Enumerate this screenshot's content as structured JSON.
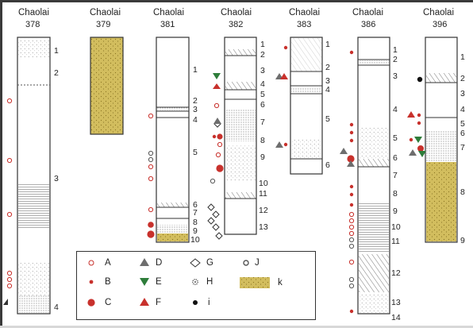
{
  "sections": [
    {
      "name": "Chaolai",
      "number": "378",
      "layers": [
        "1",
        "2",
        "3",
        "4"
      ]
    },
    {
      "name": "Chaolai",
      "number": "379",
      "layers": []
    },
    {
      "name": "Chaolai",
      "number": "381",
      "layers": [
        "1",
        "2",
        "3",
        "4",
        "5",
        "6",
        "7",
        "8",
        "9",
        "10"
      ]
    },
    {
      "name": "Chaolai",
      "number": "382",
      "layers": [
        "1",
        "2",
        "3",
        "4",
        "5",
        "6",
        "7",
        "8",
        "9",
        "10",
        "11",
        "12",
        "13"
      ]
    },
    {
      "name": "Chaolai",
      "number": "383",
      "layers": [
        "1",
        "2",
        "3",
        "4",
        "5",
        "6"
      ]
    },
    {
      "name": "Chaolai",
      "number": "386",
      "layers": [
        "1",
        "2",
        "3",
        "4",
        "5",
        "6",
        "7",
        "8",
        "9",
        "10",
        "11",
        "12",
        "13",
        "14"
      ]
    },
    {
      "name": "Chaolai",
      "number": "396",
      "layers": [
        "1",
        "2",
        "3",
        "4",
        "5",
        "6",
        "7",
        "8",
        "9"
      ]
    }
  ],
  "legend": [
    {
      "symbol": "open-red-circle",
      "label": "A"
    },
    {
      "symbol": "small-red-dot",
      "label": "B"
    },
    {
      "symbol": "large-red-dot",
      "label": "C"
    },
    {
      "symbol": "grey-triangle-up",
      "label": "D"
    },
    {
      "symbol": "green-triangle-down",
      "label": "E"
    },
    {
      "symbol": "red-triangle-up",
      "label": "F"
    },
    {
      "symbol": "open-diamond",
      "label": "G"
    },
    {
      "symbol": "gear",
      "label": "H"
    },
    {
      "symbol": "black-dot",
      "label": "i"
    },
    {
      "symbol": "ring",
      "label": "J"
    },
    {
      "symbol": "yellow-sand-swatch",
      "label": "k"
    }
  ],
  "colors": {
    "sand": "#d2bd5e",
    "red": "#c8312c",
    "green": "#2e7d3a",
    "grey": "#6e6e6e",
    "outline": "#333333"
  }
}
